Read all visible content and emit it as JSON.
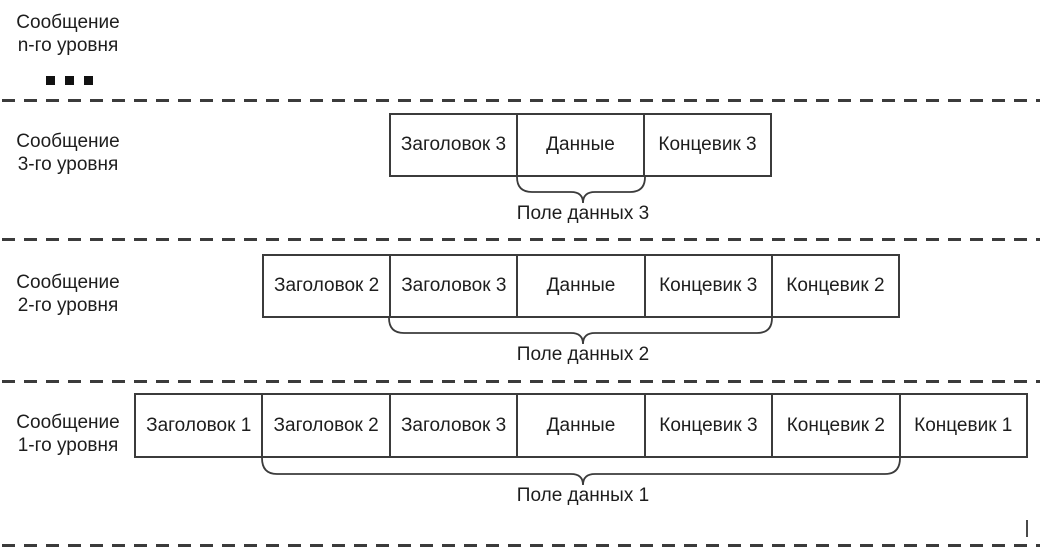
{
  "colors": {
    "line": "#3b3b3b",
    "text": "#1d1d1d",
    "background": "#ffffff"
  },
  "top_level": {
    "message_label": "Сообщение\nn-го уровня"
  },
  "levels": [
    {
      "id": 3,
      "message_label": "Сообщение\n3-го уровня",
      "boxes": [
        "Заголовок 3",
        "Данные",
        "Концевик 3"
      ],
      "data_field_label": "Поле данных 3"
    },
    {
      "id": 2,
      "message_label": "Сообщение\n2-го уровня",
      "boxes": [
        "Заголовок 2",
        "Заголовок 3",
        "Данные",
        "Концевик 3",
        "Концевик 2"
      ],
      "data_field_label": "Поле данных 2"
    },
    {
      "id": 1,
      "message_label": "Сообщение\n1-го уровня",
      "boxes": [
        "Заголовок 1",
        "Заголовок 2",
        "Заголовок 3",
        "Данные",
        "Концевик 3",
        "Концевик 2",
        "Концевик 1"
      ],
      "data_field_label": "Поле данных 1"
    }
  ]
}
